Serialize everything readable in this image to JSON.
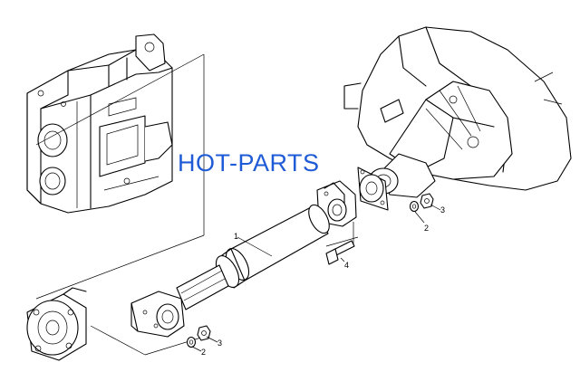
{
  "watermark": {
    "text": "HOT-PARTS",
    "color": "#1f5bd6"
  },
  "callouts": [
    {
      "id": "shaft",
      "label": "1"
    },
    {
      "id": "washer-right",
      "label": "2"
    },
    {
      "id": "nut-right",
      "label": "3"
    },
    {
      "id": "bolt",
      "label": "4"
    },
    {
      "id": "washer-left",
      "label": "2"
    },
    {
      "id": "nut-left",
      "label": "3"
    }
  ],
  "colors": {
    "line": "#000000",
    "background": "#ffffff"
  }
}
